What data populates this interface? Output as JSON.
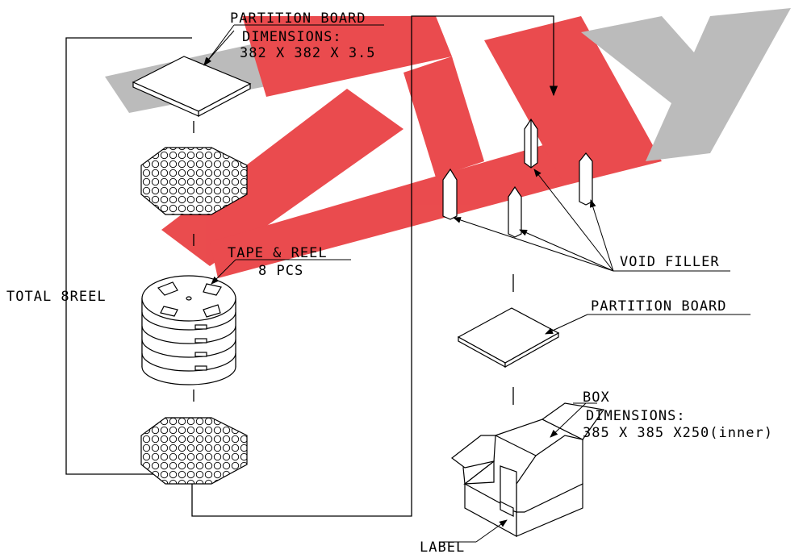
{
  "colors": {
    "watermark_red": "#e8383b",
    "watermark_gray": "#b4b4b4",
    "line": "#000000"
  },
  "labels": {
    "partition_board_top": "PARTITION  BOARD",
    "partition_board_top_dimensions": "DIMENSIONS:",
    "partition_board_top_size": "382  X  382  X  3.5",
    "tape_reel": "TAPE  &  REEL",
    "tape_reel_count": "8  PCS",
    "total_reels": "TOTAL  8REEL",
    "void_filler": "VOID  FILLER",
    "partition_board_right": "PARTITION  BOARD",
    "box": "BOX",
    "box_dimensions": "DIMENSIONS:",
    "box_size": "385  X  385  X250(inner)",
    "label": "LABEL"
  }
}
